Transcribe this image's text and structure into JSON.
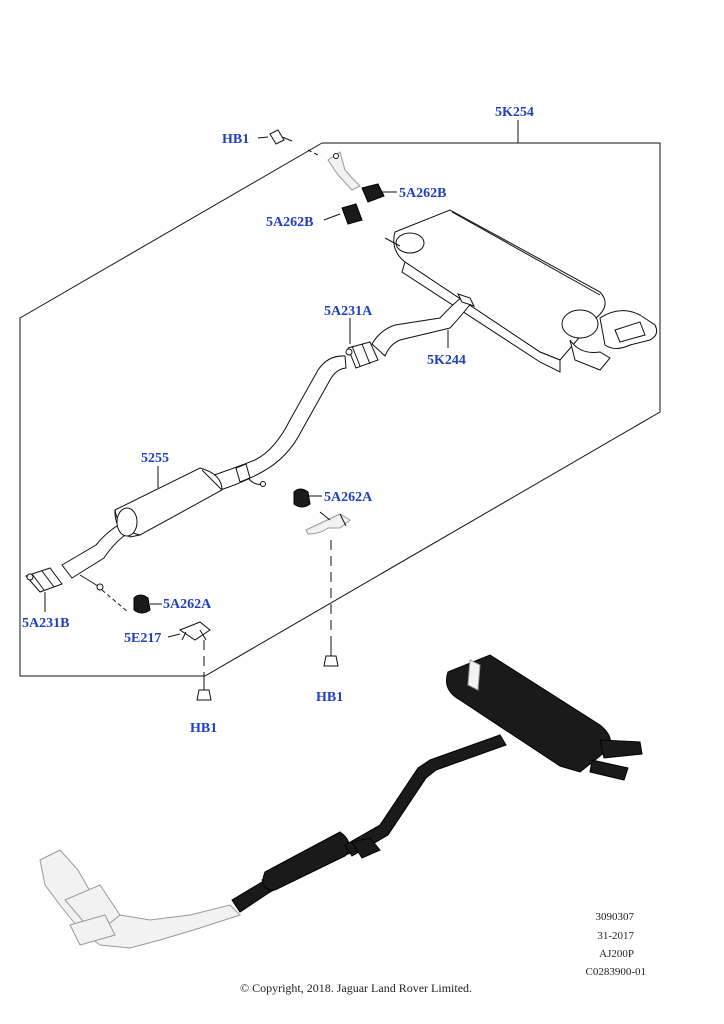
{
  "labels": {
    "assembly": "5K254",
    "hb1_top": "HB1",
    "hb1_mid": "HB1",
    "hb1_bottom": "HB1",
    "bracket_b_upper": "5A262B",
    "bracket_b_left": "5A262B",
    "clamp_a": "5A231A",
    "rear_pipe": "5K244",
    "center_muffler": "5255",
    "bracket_a_mid": "5A262A",
    "bracket_a_low": "5A262A",
    "clamp_b": "5A231B",
    "sensor": "5E217"
  },
  "meta": {
    "line1": "3090307",
    "line2": "31-2017",
    "line3": "AJ200P",
    "line4": "C0283900-01"
  },
  "copyright": "© Copyright, 2018. Jaguar Land Rover Limited."
}
